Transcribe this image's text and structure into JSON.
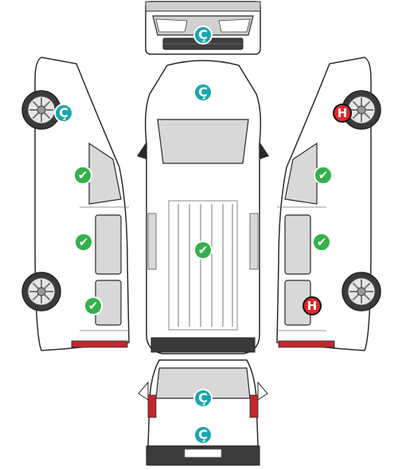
{
  "colors": {
    "outline": "#2a2a2a",
    "glass": "#d8d8d8",
    "body": "#ffffff",
    "tire": "#3a3a3a",
    "taillight": "#c0282d"
  },
  "markers": {
    "c_symbol": "Ç",
    "check_symbol": "✔",
    "h_symbol": "H",
    "c_color": "#1aa6b0",
    "check_color": "#34b14a",
    "h_color": "#e3262b"
  },
  "views": [
    "front-view",
    "top-view",
    "left-side-view",
    "right-side-view",
    "rear-view"
  ]
}
